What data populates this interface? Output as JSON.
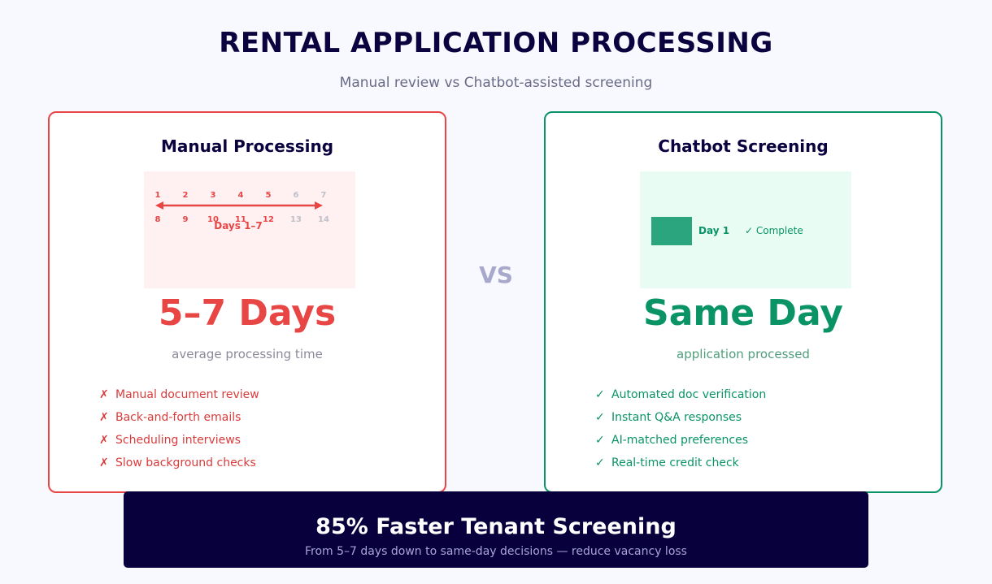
{
  "header": {
    "title": "RENTAL APPLICATION PROCESSING",
    "subtitle": "Manual review vs Chatbot-assisted screening"
  },
  "manual": {
    "title": "Manual Processing",
    "calendar": {
      "week1": [
        "1",
        "2",
        "3",
        "4",
        "5",
        "6",
        "7"
      ],
      "week2": [
        "8",
        "9",
        "10",
        "11",
        "12",
        "13",
        "14"
      ],
      "caption": "Days 1–7"
    },
    "headline": "5–7 Days",
    "caption": "average processing time",
    "items": [
      {
        "icon": "✗",
        "text": "Manual document review"
      },
      {
        "icon": "✗",
        "text": "Back-and-forth emails"
      },
      {
        "icon": "✗",
        "text": "Scheduling interviews"
      },
      {
        "icon": "✗",
        "text": "Slow background checks"
      }
    ]
  },
  "vs": "VS",
  "chatbot": {
    "title": "Chatbot Screening",
    "visual": {
      "day_label": "Day 1",
      "status": "✓ Complete"
    },
    "headline": "Same Day",
    "caption": "application processed",
    "items": [
      {
        "icon": "✓",
        "text": "Automated doc verification"
      },
      {
        "icon": "✓",
        "text": "Instant Q&A responses"
      },
      {
        "icon": "✓",
        "text": "AI-matched preferences"
      },
      {
        "icon": "✓",
        "text": "Real-time credit check"
      }
    ]
  },
  "banner": {
    "title": "85% Faster Tenant Screening",
    "subtitle": "From 5–7 days down to same-day decisions — reduce vacancy loss"
  },
  "colors": {
    "manual_accent": "#e84545",
    "chatbot_accent": "#0a9466",
    "banner_bg": "#07003c",
    "title_color": "#0b0340"
  }
}
